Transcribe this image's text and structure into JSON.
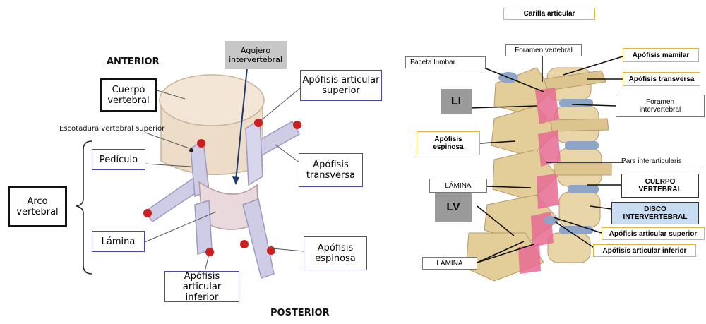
{
  "left_figure": {
    "anterior": "ANTERIOR",
    "posterior": "POSTERIOR",
    "cuerpo_vertebral": "Cuerpo\nvertebral",
    "agujero_intervertebral": "Agujero\nintervertebral",
    "apofisis_articular_superior": "Apófisis articular\nsuperior",
    "escotadura": "Escotadura vertebral superior",
    "pediculo": "Pedículo",
    "apofisis_transversa": "Apófisis\ntransversa",
    "arco_vertebral": "Arco\nvertebral",
    "lamina": "Lámina",
    "apofisis_espinosa": "Apófisis\nespinosa",
    "apofisis_articular_inferior": "Apófisis articular\ninferior"
  },
  "right_figure": {
    "carilla_articular": "Carilla articular",
    "foramen_vertebral": "Foramen vertebral",
    "faceta_lumbar": "Faceta lumbar",
    "apofisis_mamilar": "Apófisis mamilar",
    "apofisis_transversa": "Apófisis transversa",
    "foramen_intervertebral": "Foramen\nintervertebral",
    "li": "LI",
    "apofisis_espinosa": "Apófisis\nespinosa",
    "pars_interarticularis": "Pars interarticularis",
    "lamina_top": "LÁMINA",
    "cuerpo_vertebral": "CUERPO\nVERTEBRAL",
    "lv": "LV",
    "disco_intervertebral": "DISCO\nINTERVERTEBRAL",
    "apofisis_articular_superior": "Apófisis articular superior",
    "apofisis_articular_inferior": "Apófisis articular inferior",
    "lamina_bottom": "LÁMINA"
  },
  "colors": {
    "bone": "#e8d6a8",
    "bone_dark": "#b89868",
    "pink": "#e66a92",
    "disc": "#8fa5c8",
    "body_beige": "#eddcc8",
    "arch_lavender": "#cfcde6",
    "red_dot": "#cc1f1f",
    "box_blue": "#4a4aa8",
    "box_yellow": "#e0b838",
    "box_gray_fill": "#9a9a9a",
    "disco_fill": "#c9ddf2"
  }
}
